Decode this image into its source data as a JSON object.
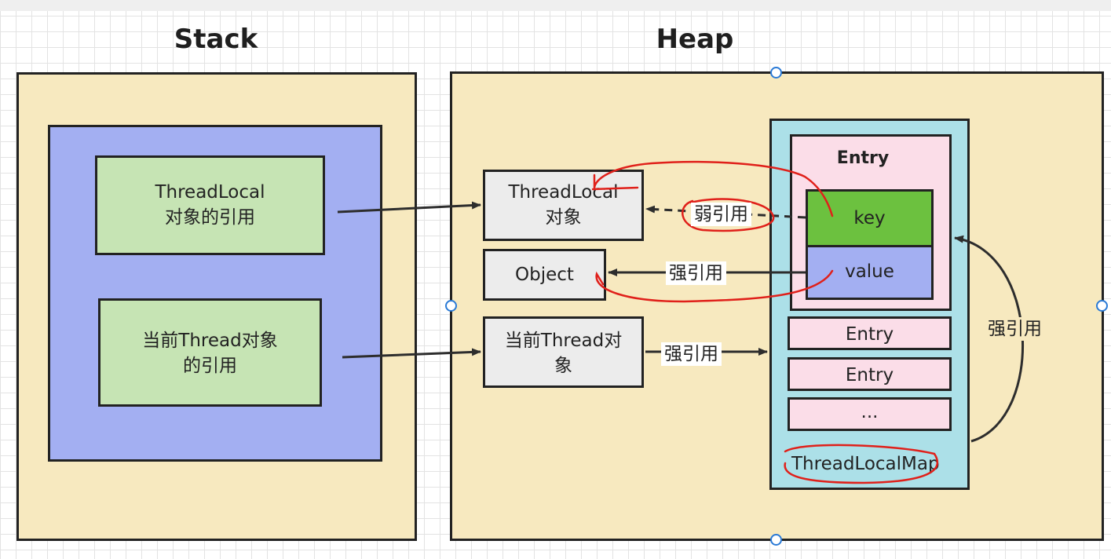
{
  "stack": {
    "title": "Stack",
    "threadlocal_ref": [
      "ThreadLocal",
      "对象的引用"
    ],
    "thread_ref": [
      "当前Thread对象",
      "的引用"
    ]
  },
  "heap": {
    "title": "Heap",
    "threadlocal_obj": [
      "ThreadLocal",
      "对象"
    ],
    "object": "Object",
    "thread_obj": [
      "当前Thread对",
      "象"
    ],
    "map": {
      "entry_title": "Entry",
      "key": "key",
      "value": "value",
      "entries": [
        "Entry",
        "Entry",
        "..."
      ],
      "name": "ThreadLocalMap"
    }
  },
  "edges": {
    "weak": "弱引用",
    "strong_value": "强引用",
    "strong_thread": "强引用",
    "strong_loop": "强引用"
  },
  "colors": {
    "outer_panel": "#f7e9bf",
    "stack_inner": "#a3aff2",
    "green_box": "#c6e4b4",
    "gray_box": "#ececec",
    "map_bg": "#ace0e8",
    "entry_pink": "#fbdde8",
    "key_green": "#6cc13f",
    "value_blue": "#a3aff2",
    "annotation_red": "#e0201a",
    "handle_blue": "#2a7ad6"
  }
}
